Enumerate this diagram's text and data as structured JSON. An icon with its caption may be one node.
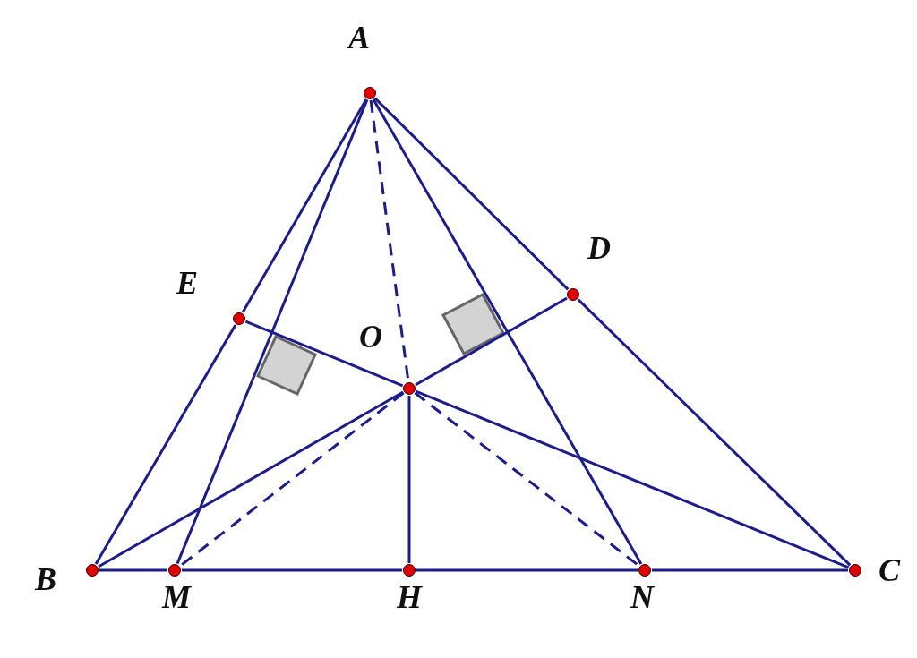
{
  "diagram": {
    "nodes": [
      {
        "text": [
          "A"
        ]
      },
      {
        "text": [
          "E"
        ]
      },
      {
        "text": [
          "D"
        ]
      },
      {
        "text": [
          "O"
        ]
      },
      {
        "text": [
          "B"
        ]
      },
      {
        "text": [
          "M"
        ]
      },
      {
        "text": [
          "H"
        ]
      },
      {
        "text": [
          "N"
        ]
      },
      {
        "text": [
          "C"
        ]
      }
    ],
    "edges": [
      {
        "from": 0,
        "to": 1,
        "arrow": "none"
      },
      {
        "from": 1,
        "to": 4,
        "arrow": "none"
      },
      {
        "from": 0,
        "to": 2,
        "arrow": "none"
      },
      {
        "from": 2,
        "to": 8,
        "arrow": "none"
      },
      {
        "from": 4,
        "to": 5,
        "arrow": "none"
      },
      {
        "from": 5,
        "to": 6,
        "arrow": "none"
      },
      {
        "from": 6,
        "to": 7,
        "arrow": "none"
      },
      {
        "from": 7,
        "to": 8,
        "arrow": "none"
      },
      {
        "from": 0,
        "to": 5,
        "arrow": "none"
      },
      {
        "from": 0,
        "to": 7,
        "arrow": "none"
      },
      {
        "from": 0,
        "to": 3,
        "arrow": "none",
        "style": "dashed"
      },
      {
        "from": 1,
        "to": 3,
        "arrow": "none"
      },
      {
        "from": 3,
        "to": 8,
        "arrow": "none"
      },
      {
        "from": 4,
        "to": 3,
        "arrow": "none"
      },
      {
        "from": 3,
        "to": 2,
        "arrow": "none"
      },
      {
        "from": 3,
        "to": 6,
        "arrow": "none"
      },
      {
        "from": 3,
        "to": 5,
        "arrow": "none",
        "style": "dashed"
      },
      {
        "from": 3,
        "to": 7,
        "arrow": "none",
        "style": "dashed"
      }
    ]
  }
}
